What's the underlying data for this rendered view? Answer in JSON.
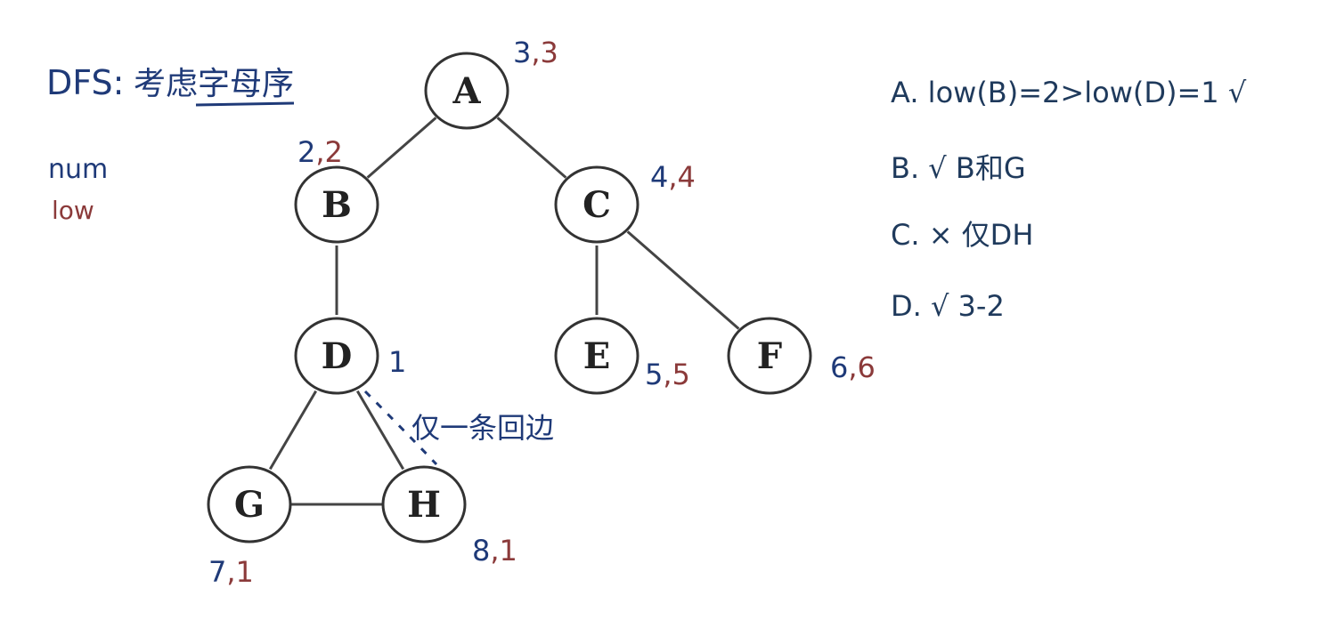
{
  "header": {
    "dfs_label": "DFS:",
    "dfs_note": "考虑字母序"
  },
  "legend": {
    "num": "num",
    "low": "low"
  },
  "graph": {
    "nodes": [
      {
        "id": "A",
        "num": "3",
        "low": "3"
      },
      {
        "id": "B",
        "num": "2",
        "low": "2"
      },
      {
        "id": "C",
        "num": "4",
        "low": "4"
      },
      {
        "id": "D",
        "num": "1",
        "low": ""
      },
      {
        "id": "E",
        "num": "5",
        "low": "5"
      },
      {
        "id": "F",
        "num": "6",
        "low": "6"
      },
      {
        "id": "G",
        "num": "7",
        "low": "1"
      },
      {
        "id": "H",
        "num": "8",
        "low": "1"
      }
    ],
    "edges": [
      [
        "A",
        "B"
      ],
      [
        "A",
        "C"
      ],
      [
        "B",
        "D"
      ],
      [
        "C",
        "E"
      ],
      [
        "C",
        "F"
      ],
      [
        "D",
        "G"
      ],
      [
        "D",
        "H"
      ],
      [
        "G",
        "H"
      ]
    ],
    "back_edge_note": "仅一条回边"
  },
  "answers": [
    "A. low(B)=2>low(D)=1 √",
    "B. √  B和G",
    "C. ×  仅DH",
    "D. √  3-2"
  ]
}
